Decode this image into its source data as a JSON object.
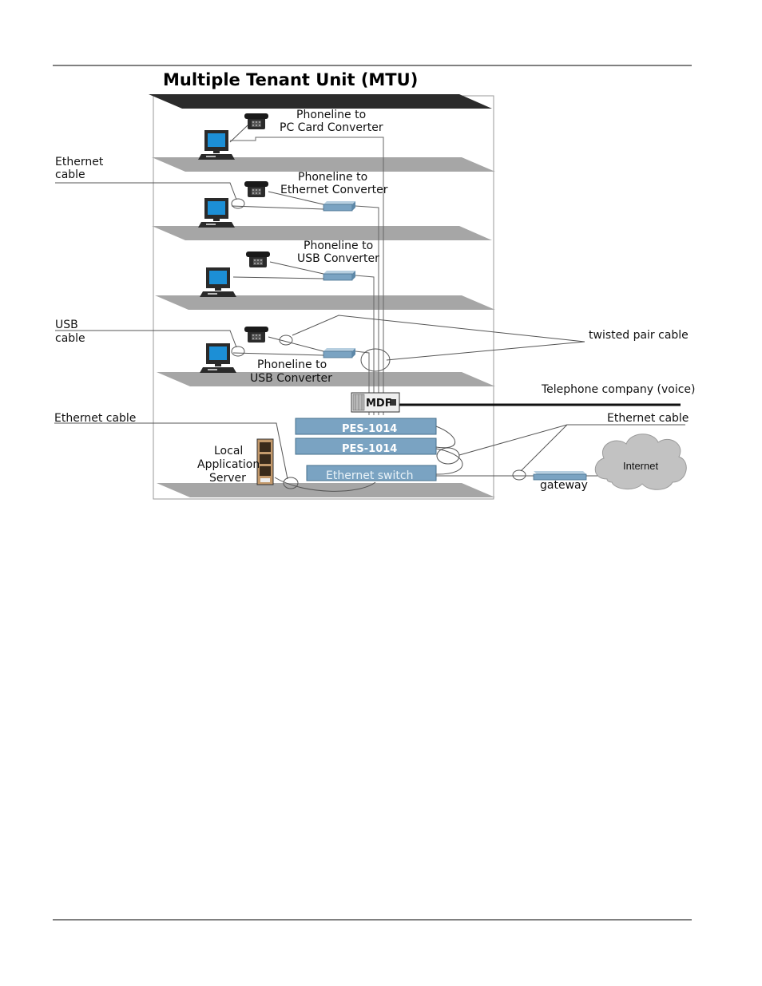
{
  "title": "Multiple Tenant Unit (MTU)",
  "floors": [
    {
      "converter_label": [
        "Phoneline to",
        "PC Card Converter"
      ]
    },
    {
      "converter_label": [
        "Phoneline to",
        "Ethernet Converter"
      ]
    },
    {
      "converter_label": [
        "Phoneline to",
        "USB Converter"
      ]
    },
    {
      "converter_label": [
        "Phoneline to",
        "USB Converter"
      ]
    }
  ],
  "callouts": {
    "ethernet_cable_top": [
      "Ethernet",
      "cable"
    ],
    "usb_cable": [
      "USB",
      "cable"
    ],
    "ethernet_cable_bottom": "Ethernet cable",
    "twisted_pair": "twisted pair cable",
    "telephone_company": "Telephone company (voice)",
    "ethernet_cable_right": "Ethernet cable",
    "local_server": [
      "Local",
      "Application",
      "Server"
    ],
    "gateway": "gateway",
    "internet": "Internet"
  },
  "devices": {
    "mdf": "MDF",
    "pes_1": "PES-1014",
    "pes_2": "PES-1014",
    "ethernet_switch": "Ethernet switch"
  },
  "colors": {
    "slab": "#a6a6a6",
    "roof": "#2b2b2b",
    "device": "#7aa3c2",
    "cloud": "#c2c2c2",
    "monitor_screen": "#1c8fd6"
  }
}
